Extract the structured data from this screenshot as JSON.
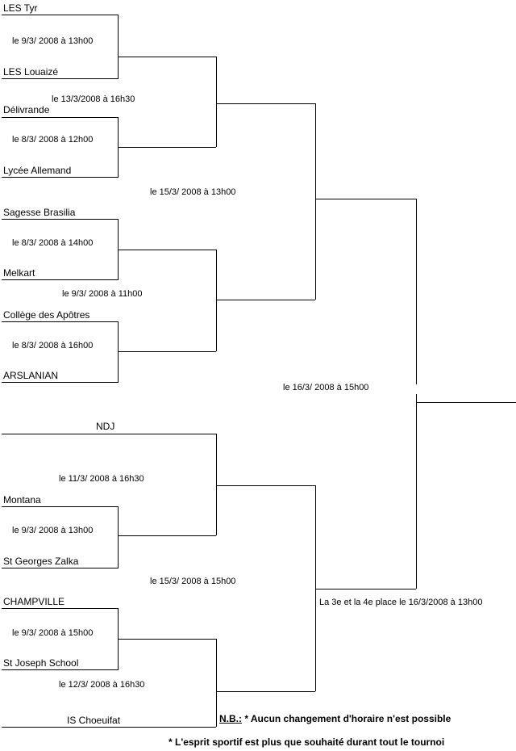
{
  "teams": {
    "les_tyr": "LES Tyr",
    "les_louaize": "LES Louaizé",
    "delivrande": "Délivrande",
    "lycee_allemand": "Lycée Allemand",
    "sagesse_brasilia": "Sagesse Brasilia",
    "melkart": "Melkart",
    "college_des_apotres": "Collège des Apôtres",
    "arslanian": "ARSLANIAN",
    "ndj": "NDJ",
    "montana": "Montana",
    "st_georges_zalka": "St Georges Zalka",
    "champville": "CHAMPVILLE",
    "st_joseph_school": "St Joseph School",
    "is_choueifat": "IS Choeuifat"
  },
  "matches": {
    "m1": "le 9/3/ 2008 à 13h00",
    "m2": "le 8/3/ 2008 à 12h00",
    "m3": "le 8/3/ 2008 à 14h00",
    "m4": "le 8/3/ 2008 à 16h00",
    "m5": "le 9/3/ 2008 à 13h00",
    "m6": "le 9/3/ 2008 à 15h00",
    "q1": "le 13/3/2008 à 16h30",
    "q2": "le 9/3/ 2008 à 11h00",
    "q3": "le 11/3/ 2008 à 16h30",
    "q4": "le 12/3/ 2008 à 16h30",
    "sf1": "le 15/3/ 2008 à 13h00",
    "sf2": "le 15/3/ 2008 à 15h00",
    "final": "le 16/3/ 2008 à 15h00",
    "third_place": "La 3e et la 4e place le 16/3/2008 à 13h00"
  },
  "notes": {
    "nb_label": "N.B.:",
    "note1": " * Aucun changement d'horaire n'est possible",
    "note2": "* L'esprit sportif est plus que souhaité durant tout le tournoi"
  }
}
